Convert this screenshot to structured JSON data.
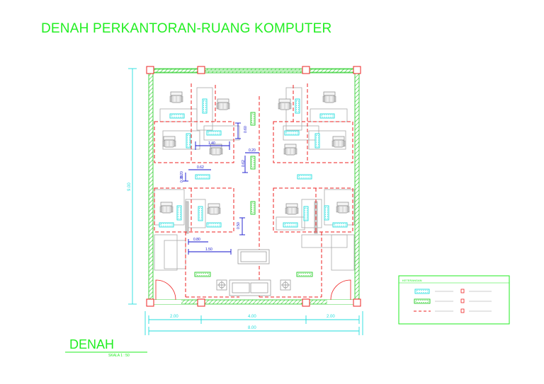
{
  "title": "DENAH PERKANTORAN-RUANG KOMPUTER",
  "drawing_label": "DENAH",
  "scale_label": "SKALA 1 : 50",
  "dimensions": {
    "bottom_segments": [
      "2.00",
      "4.00",
      "2.00"
    ],
    "bottom_total": "8.00",
    "left_total": "9.00",
    "inner": [
      "1.40",
      "0.60",
      "0.20",
      "0.62",
      "0.62",
      "0.20",
      "0.20",
      "0.80",
      "1.50",
      "0.50"
    ]
  },
  "legend": {
    "title": "KETERANGAN"
  },
  "colors": {
    "wall": "#22cc22",
    "green": "#22ee22",
    "cyan": "#22dddd",
    "red": "#ee2222",
    "blue": "#1111cc",
    "furniture": "#999999"
  }
}
